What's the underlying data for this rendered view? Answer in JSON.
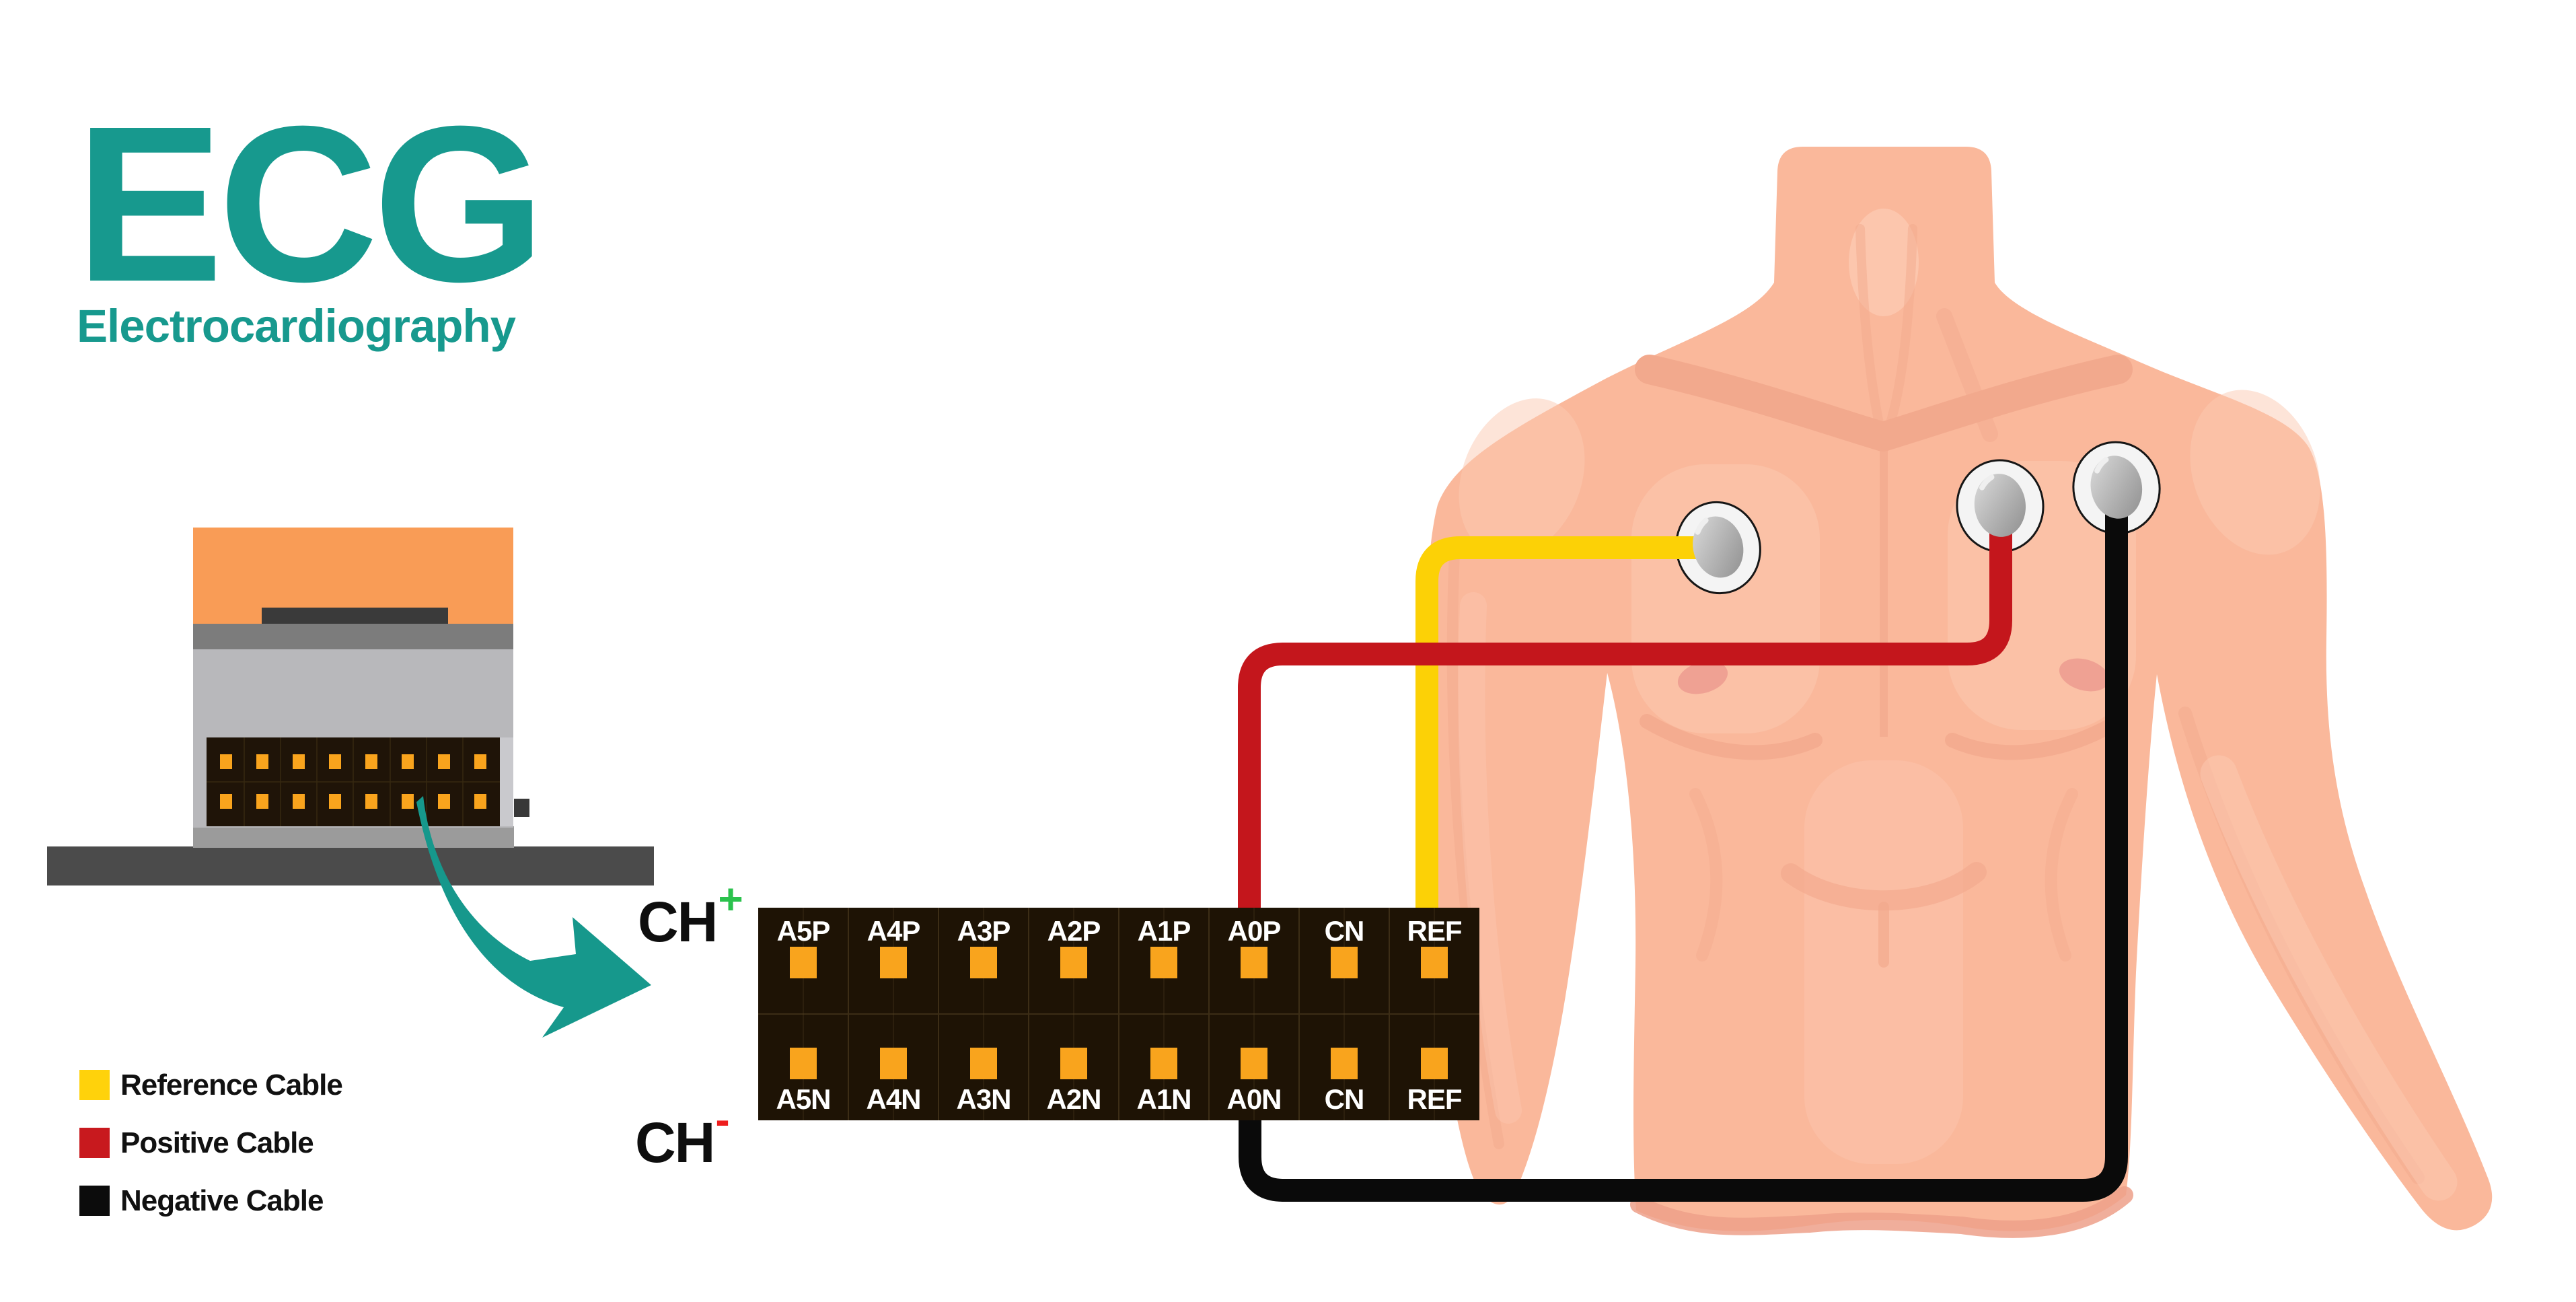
{
  "header": {
    "title": "ECG",
    "subtitle": "Electrocardiography",
    "accent_color": "#17998E"
  },
  "channel_labels": {
    "positive": {
      "text": "CH",
      "sign": "+",
      "sign_color": "#2BC24D"
    },
    "negative": {
      "text": "CH",
      "sign": "-",
      "sign_color": "#EE1D1D"
    }
  },
  "connector_panel": {
    "top_labels": [
      "A5P",
      "A4P",
      "A3P",
      "A2P",
      "A1P",
      "A0P",
      "CN",
      "REF"
    ],
    "bottom_labels": [
      "A5N",
      "A4N",
      "A3N",
      "A2N",
      "A1N",
      "A0N",
      "CN",
      "REF"
    ],
    "background": "#1E1305",
    "pin_color": "#F9A41D",
    "label_color": "#FFFFFF"
  },
  "legend": {
    "items": [
      {
        "label": "Reference Cable",
        "color": "#FFD20B"
      },
      {
        "label": "Positive Cable",
        "color": "#C8191E"
      },
      {
        "label": "Negative Cable",
        "color": "#0C0C0C"
      }
    ]
  },
  "cables": {
    "reference_color": "#FCD106",
    "positive_color": "#C4161C",
    "negative_color": "#0A0A0A"
  },
  "illustration": {
    "skin_base": "#FAB89B",
    "skin_light": "#FCC9B1",
    "skin_shade": "#F2A98D",
    "skin_deep": "#EDA089",
    "device_orange": "#F99C56",
    "arrow_color": "#16988C",
    "electrode_count": 3
  }
}
